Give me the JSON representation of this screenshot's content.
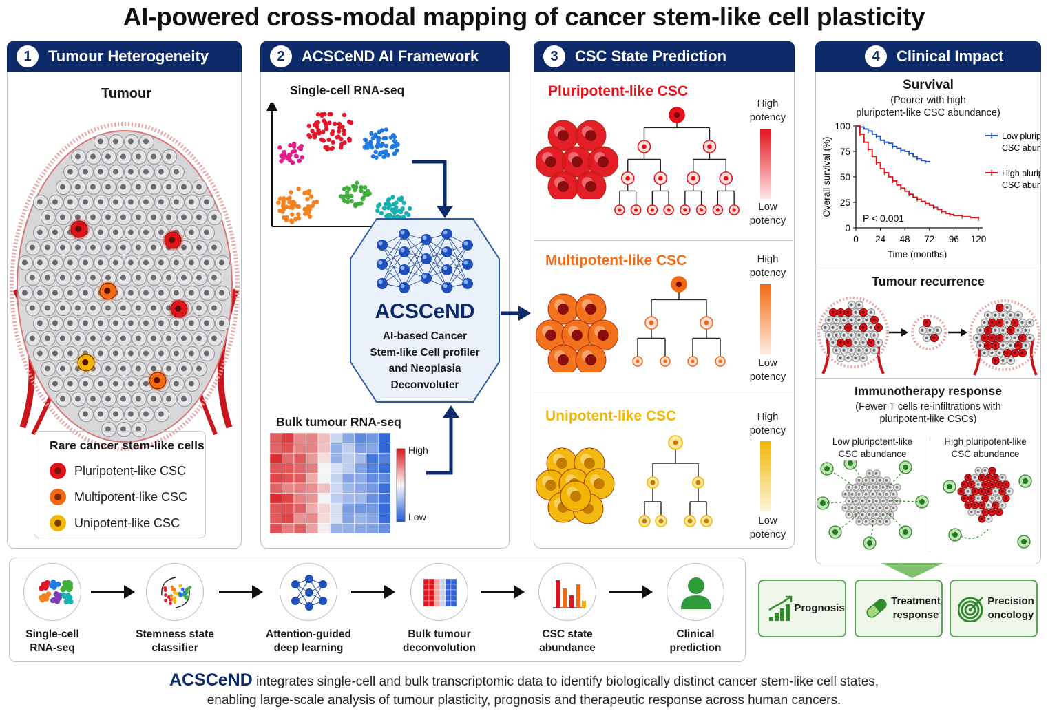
{
  "title": "AI-powered cross-modal mapping of cancer stem-like cell plasticity",
  "panel1": {
    "number": "1",
    "title": "Tumour Heterogeneity",
    "tumour_label": "Tumour",
    "legend_title": "Rare cancer stem-like cells",
    "legend": [
      "Pluripotent-like CSC",
      "Multipotent-like CSC",
      "Unipotent-like CSC"
    ]
  },
  "panel2": {
    "number": "2",
    "title": "ACSCeND AI Framework",
    "scrna_label": "Single-cell RNA-seq",
    "bulk_label": "Bulk tumour RNA-seq",
    "heat_high": "High",
    "heat_low": "Low",
    "model_name": "ACSCeND",
    "model_desc": [
      "AI-based Cancer",
      "Stem-like Cell profiler",
      "and Neoplasia",
      "Deconvoluter"
    ]
  },
  "panel3": {
    "number": "3",
    "title": "CSC State Prediction",
    "states": [
      {
        "name": "Pluripotent-like CSC",
        "color": "#e3121b"
      },
      {
        "name": "Multipotent-like CSC",
        "color": "#f26b12"
      },
      {
        "name": "Unipotent-like CSC",
        "color": "#f2b705"
      }
    ],
    "high_potency": [
      "High",
      "potency"
    ],
    "low_potency": [
      "Low",
      "potency"
    ]
  },
  "panel4": {
    "number": "4",
    "title": "Clinical Impact",
    "survival_title": "Survival",
    "survival_sub": [
      "(Poorer with high",
      "pluripotent-like CSC abundance)"
    ],
    "recurrence_title": "Tumour recurrence",
    "immuno_title": "Immunotherapy response",
    "immuno_sub": [
      "(Fewer T cells re-infiltrations with",
      "pluripotent-like CSCs)"
    ],
    "immuno_low": [
      "Low pluripotent-like",
      "CSC abundance"
    ],
    "immuno_high": [
      "High pluripotent-like",
      "CSC abundance"
    ]
  },
  "chart_data": {
    "type": "line",
    "title": "Survival",
    "xlabel": "Time (months)",
    "ylabel": "Overall survival (%)",
    "xlim": [
      0,
      120
    ],
    "ylim": [
      0,
      100
    ],
    "xticks": [
      0,
      24,
      48,
      72,
      96,
      120
    ],
    "yticks": [
      0,
      25,
      50,
      75,
      100
    ],
    "annotation": "P < 0.001",
    "legend_position": "right",
    "series": [
      {
        "name": "Low pluripotent-like CSC abundance",
        "legend_lines": [
          "Low pluripotent-like",
          "CSC abundance"
        ],
        "color": "#1f4fb8",
        "x": [
          0,
          4,
          8,
          12,
          16,
          20,
          24,
          28,
          32,
          36,
          40,
          44,
          48,
          52,
          56,
          60,
          64,
          68,
          72
        ],
        "y": [
          100,
          99,
          97,
          95,
          92,
          90,
          86,
          84,
          83,
          80,
          78,
          76,
          75,
          73,
          70,
          68,
          66,
          65,
          64
        ]
      },
      {
        "name": "High pluripotent-like CSC abundance",
        "legend_lines": [
          "High pluripotent-like",
          "CSC abundance"
        ],
        "color": "#e3121b",
        "x": [
          0,
          4,
          8,
          12,
          16,
          20,
          24,
          28,
          32,
          36,
          40,
          44,
          48,
          52,
          56,
          60,
          64,
          68,
          72,
          76,
          80,
          84,
          88,
          92,
          96,
          104,
          112,
          120
        ],
        "y": [
          100,
          92,
          84,
          77,
          70,
          64,
          58,
          54,
          50,
          46,
          42,
          39,
          36,
          33,
          30,
          28,
          26,
          24,
          22,
          20,
          18,
          16,
          14,
          13,
          12,
          11,
          10,
          9
        ]
      }
    ]
  },
  "pipeline": [
    {
      "label": [
        "Single-cell",
        "RNA-seq"
      ],
      "icon": "scatter-icon"
    },
    {
      "label": [
        "Stemness state",
        "classifier"
      ],
      "icon": "classifier-icon"
    },
    {
      "label": [
        "Attention-guided",
        "deep learning"
      ],
      "icon": "neural-network-icon"
    },
    {
      "label": [
        "Bulk tumour",
        "deconvolution"
      ],
      "icon": "heatmap-icon"
    },
    {
      "label": [
        "CSC state",
        "abundance"
      ],
      "icon": "bar-chart-icon"
    },
    {
      "label": [
        "Clinical",
        "prediction"
      ],
      "icon": "person-icon"
    }
  ],
  "outcomes": [
    {
      "label": [
        "Prognosis"
      ],
      "icon": "growth-chart-icon"
    },
    {
      "label": [
        "Treatment",
        "response"
      ],
      "icon": "pill-icon"
    },
    {
      "label": [
        "Precision",
        "oncology"
      ],
      "icon": "target-icon"
    }
  ],
  "footer": {
    "brand": "ACSCeND",
    "line1": " integrates single-cell and bulk transcriptomic data to identify biologically distinct cancer stem-like cell states,",
    "line2": "enabling large-scale analysis of tumour plasticity, prognosis and therapeutic response across human cancers."
  },
  "colors": {
    "navy": "#0d2a6b",
    "pluri": "#e3121b",
    "multi": "#f26b12",
    "uni": "#f2b705",
    "green": "#55a64f"
  }
}
